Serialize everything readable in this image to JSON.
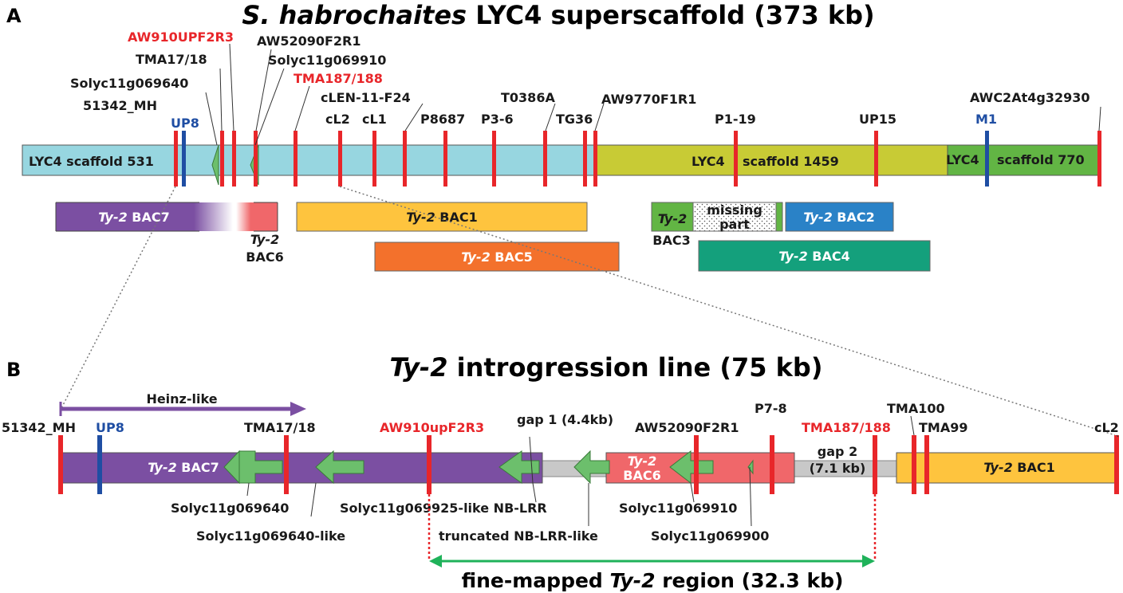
{
  "panel_a": {
    "letter": "A",
    "title_italic": "S. habrochaites",
    "title_rest": " LYC4 superscaffold (373 kb)",
    "scaffolds": {
      "s531": "LYC4 scaffold 531",
      "s1459_a": "LYC4",
      "s1459_b": "scaffold 1459",
      "s770_a": "LYC4",
      "s770_b": "scaffold 770"
    },
    "markers": {
      "m51342": "51342_MH",
      "up8": "UP8",
      "solyc640": "Solyc11g069640",
      "tma1718": "TMA17/18",
      "aw910": "AW910UPF2R3",
      "aw52090": "AW52090F2R1",
      "solyc910": "Solyc11g069910",
      "tma187": "TMA187/188",
      "clen": "cLEN-11-F24",
      "cl2": "cL2",
      "cl1": "cL1",
      "p8687": "P8687",
      "p36": "P3-6",
      "t0386a": "T0386A",
      "tg36": "TG36",
      "aw9770": "AW9770F1R1",
      "p119": "P1-19",
      "up15": "UP15",
      "m1": "M1",
      "awc2": "AWC2At4g32930"
    },
    "bacs": {
      "prefix": "Ty-2",
      "bac7": " BAC7",
      "bac6": "BAC6",
      "bac1": " BAC1",
      "bac5": " BAC5",
      "bac3": "BAC3",
      "missing_a": "missing",
      "missing_b": "part",
      "bac2": " BAC2",
      "bac4": " BAC4"
    }
  },
  "panel_b": {
    "letter": "B",
    "title_italic": "Ty-2",
    "title_rest": " introgression line (75 kb)",
    "heinz": "Heinz-like",
    "markers": {
      "m51342": "51342_MH",
      "up8": "UP8",
      "tma1718": "TMA17/18",
      "aw910": "AW910upF2R3",
      "gap1": "gap 1 (4.4kb)",
      "aw52090": "AW52090F2R1",
      "p78": "P7-8",
      "tma187": "TMA187/188",
      "gap2a": "gap 2",
      "gap2b": "(7.1 kb)",
      "tma100": "TMA100",
      "tma99": "TMA99",
      "cl2": "cL2"
    },
    "bacs": {
      "prefix": "Ty-2",
      "bac7": " BAC7",
      "bac6": "BAC6",
      "bac1": " BAC1"
    },
    "genes": {
      "g640": "Solyc11g069640",
      "g640like": "Solyc11g069640-like",
      "g925": "Solyc11g069925-like NB-LRR",
      "truncated": "truncated NB-LRR-like",
      "g910": "Solyc11g069910",
      "g900": "Solyc11g069900"
    },
    "fine_pre": "fine-mapped ",
    "fine_italic": "Ty-2",
    "fine_post": " region (32.3 kb)"
  },
  "colors": {
    "scaffold531": "#97d6e0",
    "scaffold1459": "#c8cb35",
    "scaffold770": "#62b544",
    "marker_red": "#e8262a",
    "marker_blue": "#1f4ea3",
    "bac7": "#7b4fa2",
    "bac6": "#f0676a",
    "bac1": "#fec43e",
    "bac5": "#f3712c",
    "bac3": "#62b544",
    "bac2": "#2a82c7",
    "bac4": "#14a07c",
    "gene": "#6cbf6c",
    "gap": "#c8c8c8",
    "fine": "#1fb25a"
  }
}
